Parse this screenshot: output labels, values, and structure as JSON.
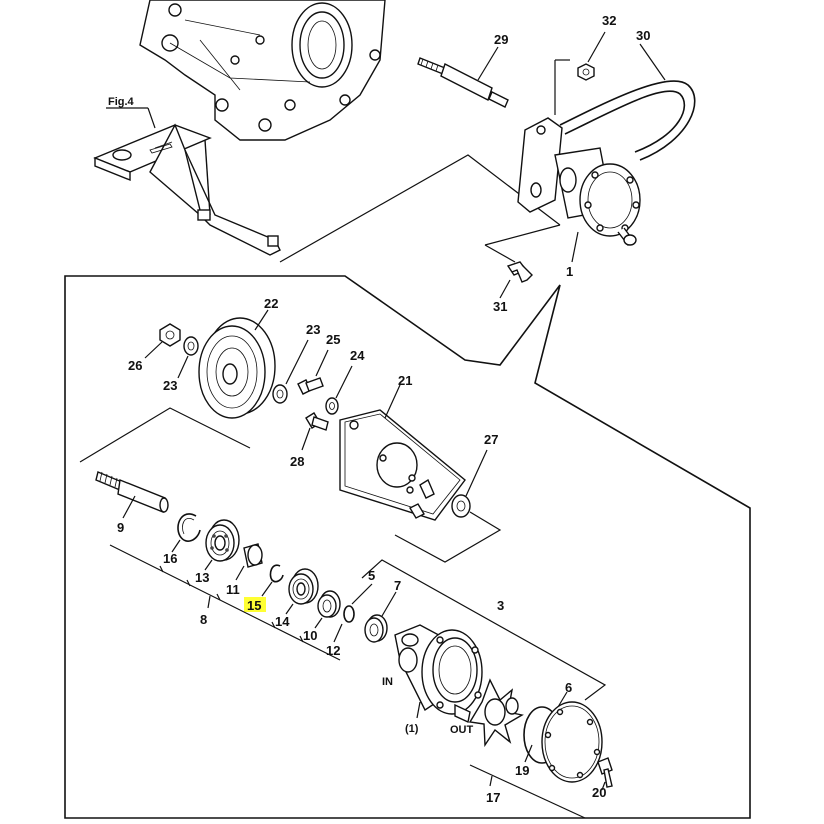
{
  "figure_ref": "Fig.4",
  "labels": {
    "in": "IN",
    "out": "OUT",
    "ref1": "(1)"
  },
  "callouts": [
    "1",
    "3",
    "5",
    "6",
    "7",
    "8",
    "9",
    "10",
    "11",
    "12",
    "13",
    "14",
    "15",
    "16",
    "17",
    "19",
    "20",
    "21",
    "22",
    "23",
    "23",
    "24",
    "25",
    "26",
    "27",
    "28",
    "29",
    "30",
    "31",
    "32"
  ],
  "highlighted_callout": "15",
  "highlight_color": "#ffff33"
}
